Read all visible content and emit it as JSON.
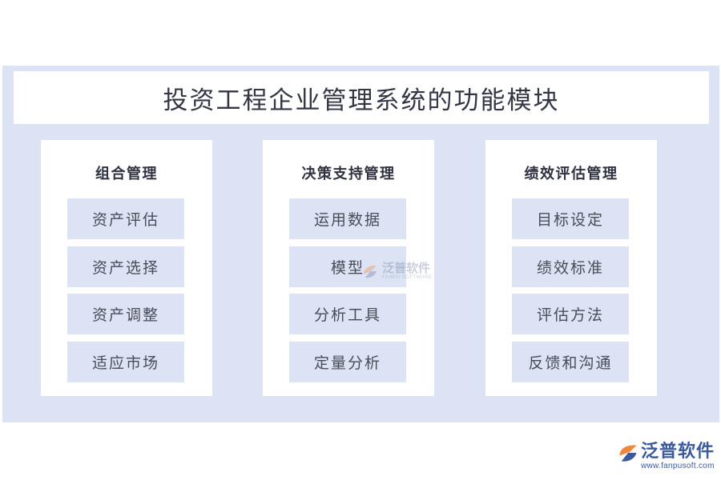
{
  "title": "投资工程企业管理系统的功能模块",
  "modules": [
    {
      "title": "组合管理",
      "items": [
        "资产评估",
        "资产选择",
        "资产调整",
        "适应市场"
      ]
    },
    {
      "title": "决策支持管理",
      "items": [
        "运用数据",
        "模型",
        "分析工具",
        "定量分析"
      ]
    },
    {
      "title": "绩效评估管理",
      "items": [
        "目标设定",
        "绩效标准",
        "评估方法",
        "反馈和沟通"
      ]
    }
  ],
  "watermark": {
    "cn": "泛普软件",
    "en": "FANPU SOFTWARE"
  },
  "brand": {
    "cn": "泛普软件",
    "url": "www.fanpusoft.com"
  },
  "colors": {
    "panel": "#dbe3f4",
    "brand": "#3a5a9c",
    "accent_orange": "#f0883a"
  }
}
